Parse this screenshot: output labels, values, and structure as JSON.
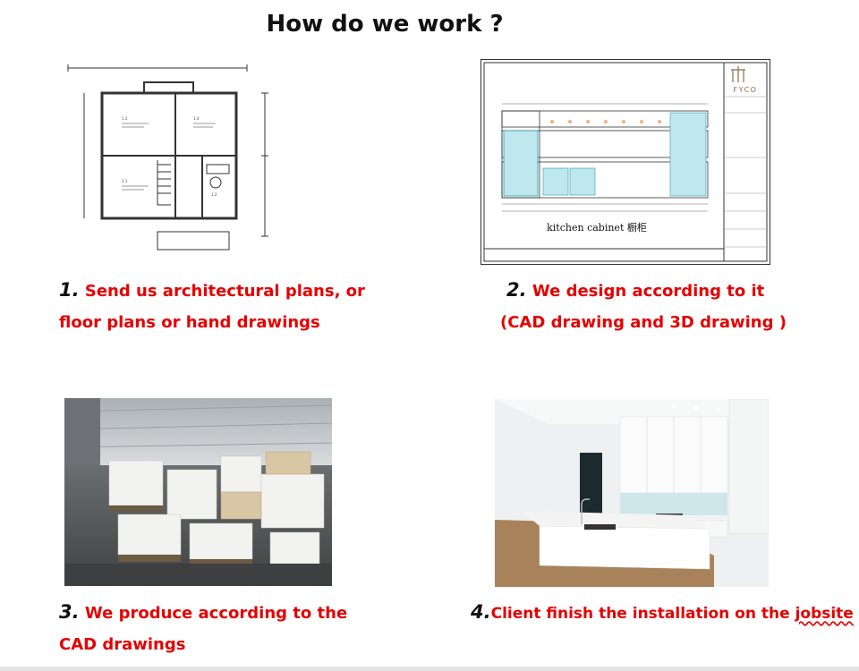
{
  "title": "How do we work ?",
  "steps": [
    {
      "num": "1.",
      "line1": "Send us architectural plans, or",
      "line2": "floor plans or hand drawings"
    },
    {
      "num": "2.",
      "line1": "We design according to it",
      "line2": "(CAD drawing and 3D drawing )"
    },
    {
      "num": "3.",
      "line1": "We produce according to the",
      "line2": "CAD drawings"
    },
    {
      "num": "4.",
      "line1": "Client finish the installation on the ",
      "line1_underlined": "jobsite",
      "line2": ""
    }
  ],
  "cad": {
    "label": "kitchen cabinet 橱柜",
    "logo": "FYCO"
  },
  "colors": {
    "caption": "#e60000",
    "number": "#111111"
  }
}
